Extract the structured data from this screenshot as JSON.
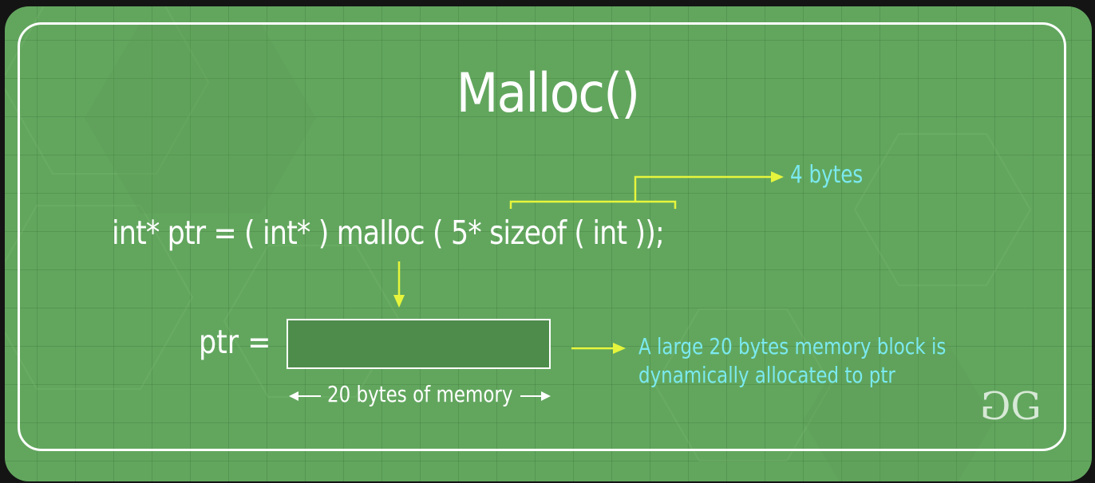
{
  "title": "Malloc()",
  "code_line": "int* ptr = ( int* ) malloc ( 5* sizeof ( int ));",
  "sizeof_annotation": "4 bytes",
  "pointer_label": "ptr =",
  "memory_caption": "20 bytes of memory",
  "note_lines": [
    "A large 20 bytes memory block is",
    "dynamically allocated to ptr"
  ],
  "logo_letter": "G",
  "colors": {
    "background": "#62a65e",
    "memory_block": "#4e8c4c",
    "frame": "#ffffff",
    "arrow": "#e6f53c",
    "annotation_text": "#7be9ef"
  }
}
